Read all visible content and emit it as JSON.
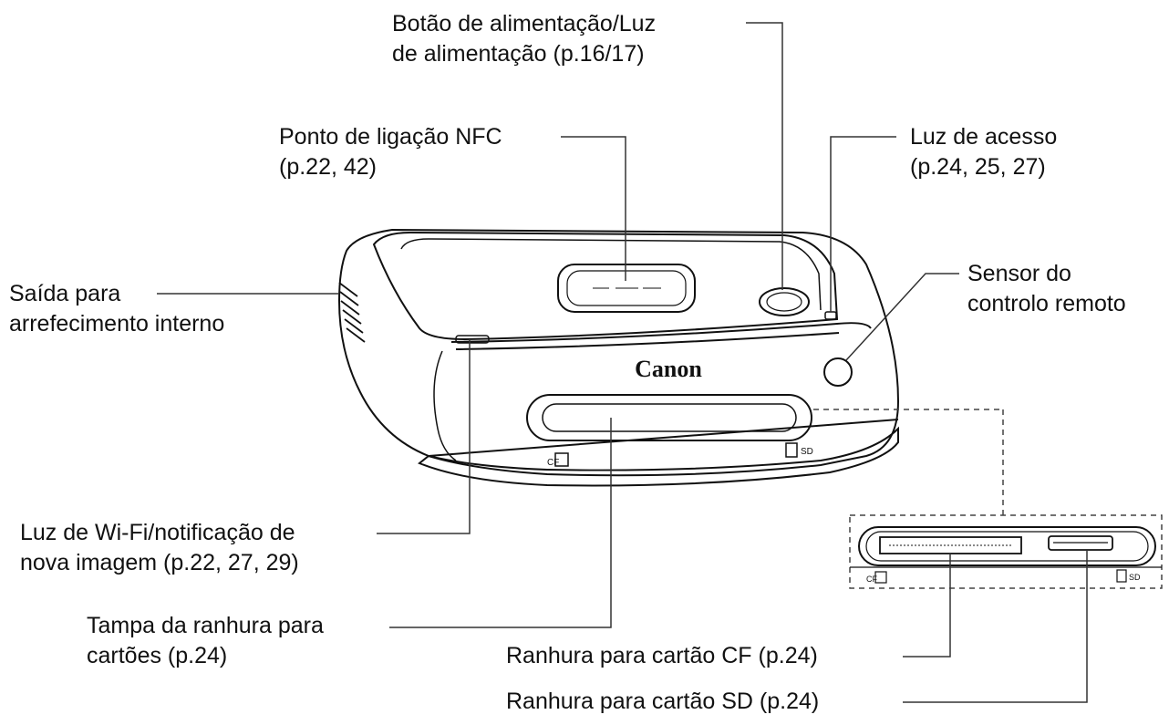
{
  "brand": "Canon",
  "card_icons": {
    "cf": "CF",
    "sd": "SD"
  },
  "labels": {
    "power": {
      "line1": "Botão de alimentação/Luz",
      "line2": "de alimentação (p.16/17)"
    },
    "nfc": {
      "line1": "Ponto de ligação NFC",
      "line2": "(p.22, 42)"
    },
    "access": {
      "line1": "Luz de acesso",
      "line2": "(p.24, 25, 27)"
    },
    "vent": {
      "line1": "Saída para",
      "line2": "arrefecimento interno"
    },
    "remote": {
      "line1": "Sensor do",
      "line2": "controlo remoto"
    },
    "wifi": {
      "line1": "Luz de Wi-Fi/notificação de",
      "line2": "nova imagem (p.22, 27, 29)"
    },
    "cover": {
      "line1": "Tampa da ranhura para",
      "line2": "cartões (p.24)"
    },
    "cf_slot": {
      "line1": "Ranhura para cartão CF (p.24)"
    },
    "sd_slot": {
      "line1": "Ranhura para cartão SD (p.24)"
    }
  }
}
